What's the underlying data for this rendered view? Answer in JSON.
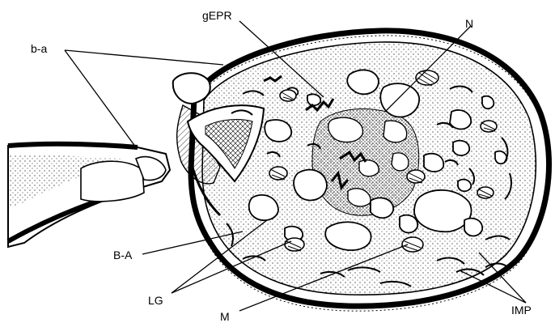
{
  "labels": {
    "gEPR": "gEPR",
    "N": "N",
    "b_a": "b-a",
    "B_A": "B-A",
    "LG": "LG",
    "M": "M",
    "IMP": "IMP"
  },
  "colors": {
    "ink": "#000000",
    "paper": "#ffffff"
  }
}
